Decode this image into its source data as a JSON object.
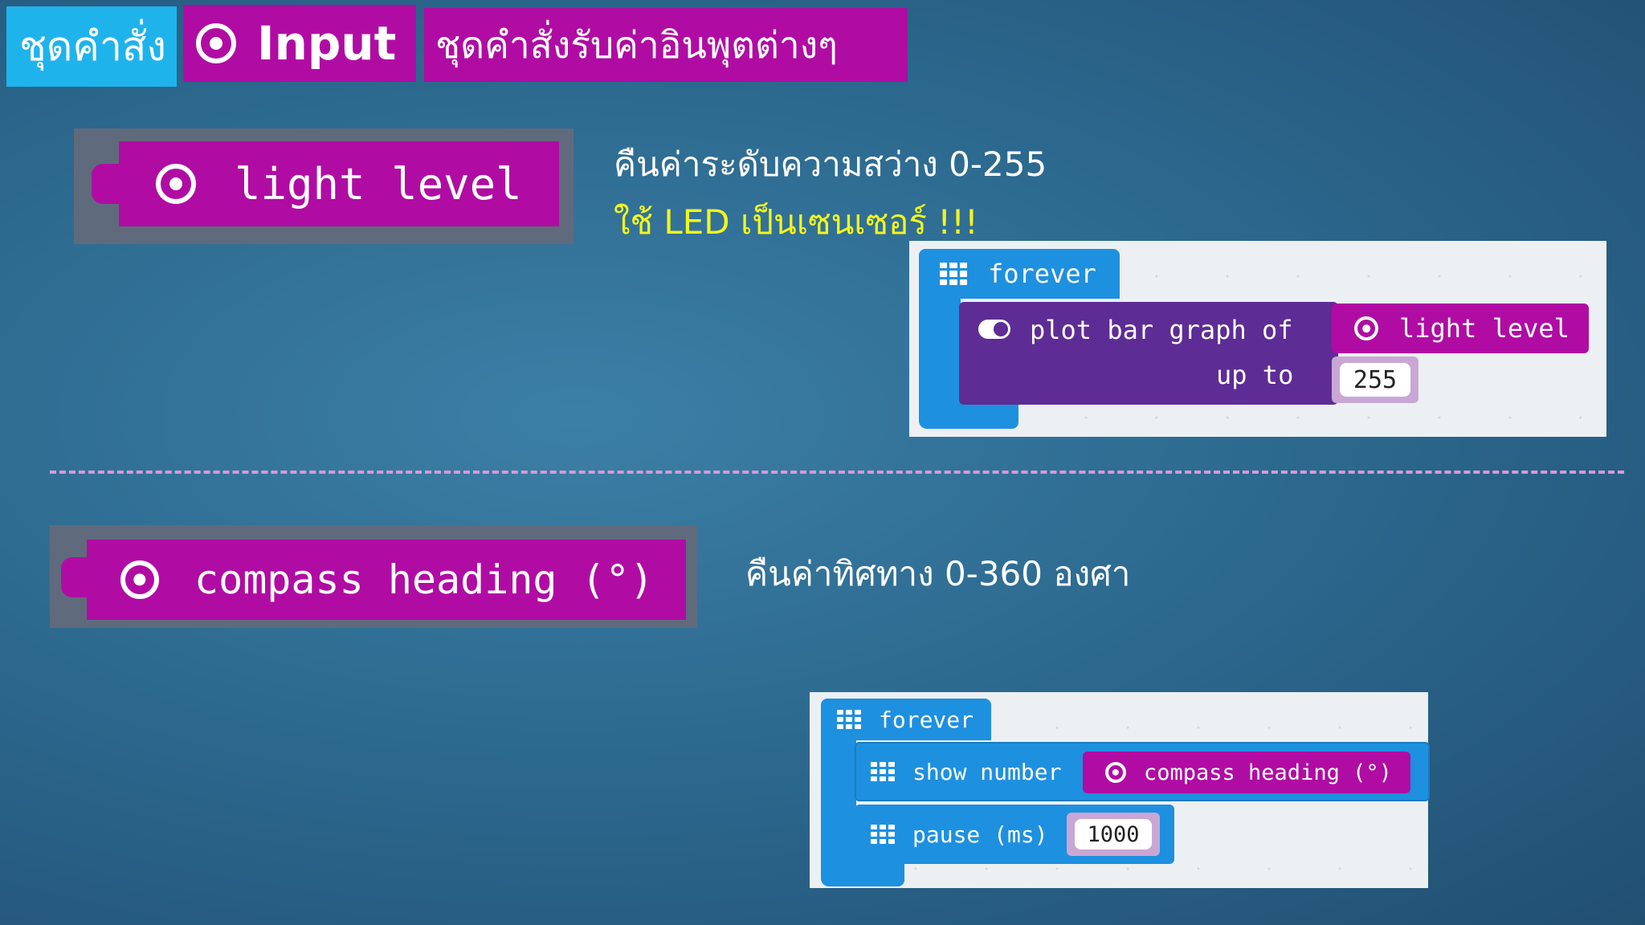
{
  "header": {
    "category": "ชุดคำสั่ง",
    "group": "Input",
    "subtitle": "ชุดคำสั่งรับค่าอินพุตต่างๆ"
  },
  "light_section": {
    "block_label": "light level",
    "desc_line1": "คืนค่าระดับความสว่าง 0-255",
    "desc_line2": "ใช้ LED เป็นเซนเซอร์ !!!",
    "example": {
      "forever": "forever",
      "plot_label": "plot bar graph of",
      "plot_value_block": "light level",
      "up_to_label": "up to",
      "up_to_value": "255"
    }
  },
  "compass_section": {
    "block_label": "compass heading (°)",
    "desc": "คืนค่าทิศทาง 0-360 องศา",
    "example": {
      "forever": "forever",
      "show_label": "show number",
      "show_value_block": "compass heading (°)",
      "pause_label": "pause (ms)",
      "pause_value": "1000"
    }
  },
  "colors": {
    "input_block": "#b00ca3",
    "category_tag": "#1fb3ec",
    "basic_block": "#1e90e0",
    "led_block": "#5e2c95",
    "highlight_text": "#f2f51f"
  }
}
